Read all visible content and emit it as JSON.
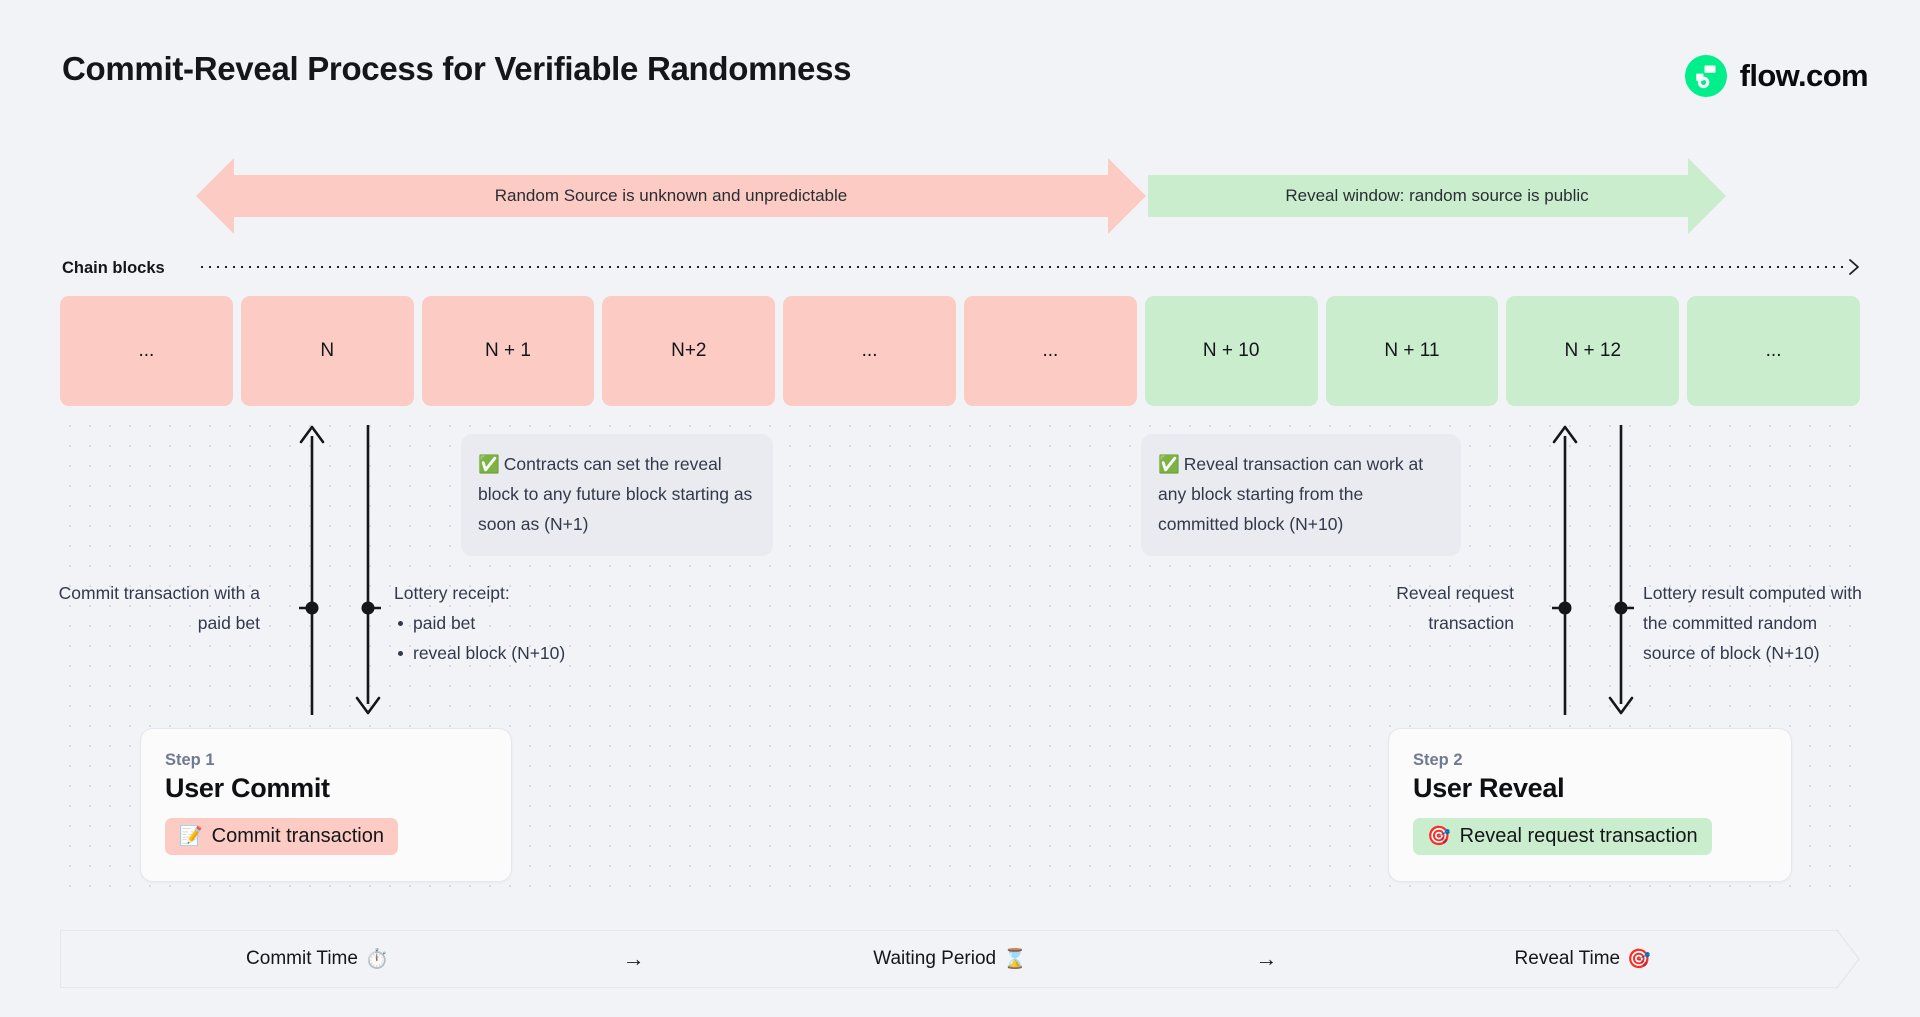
{
  "header": {
    "title": "Commit-Reveal Process for Verifiable Randomness",
    "brand": "flow.com",
    "brand_icon": "flow-logo-icon",
    "brand_color": "#00EF8B"
  },
  "banners": [
    {
      "label": "Random Source is unknown and unpredictable",
      "color": "#FBCBC4",
      "direction": "both"
    },
    {
      "label": "Reveal window: random source is public",
      "color": "#CAEDCE",
      "direction": "right"
    }
  ],
  "chain": {
    "label": "Chain blocks",
    "axis_icon": "chevron-right-arrow-icon",
    "blocks": [
      {
        "label": "...",
        "state": "unknown",
        "color": "#FBCBC4"
      },
      {
        "label": "N",
        "state": "unknown",
        "color": "#FBCBC4"
      },
      {
        "label": "N + 1",
        "state": "unknown",
        "color": "#FBCBC4"
      },
      {
        "label": "N+2",
        "state": "unknown",
        "color": "#FBCBC4"
      },
      {
        "label": "...",
        "state": "unknown",
        "color": "#FBCBC4"
      },
      {
        "label": "...",
        "state": "unknown",
        "color": "#FBCBC4"
      },
      {
        "label": "N + 10",
        "state": "revealed",
        "color": "#CAEDCE"
      },
      {
        "label": "N + 11",
        "state": "revealed",
        "color": "#CAEDCE"
      },
      {
        "label": "N + 12",
        "state": "revealed",
        "color": "#CAEDCE"
      },
      {
        "label": "...",
        "state": "revealed",
        "color": "#CAEDCE"
      }
    ]
  },
  "callouts": [
    {
      "icon": "✅",
      "text": "Contracts can set the reveal block to any future block starting as soon as (N+1)"
    },
    {
      "icon": "✅",
      "text": "Reveal transaction can work at any block starting from the committed block (N+10)"
    }
  ],
  "annotations": {
    "commit_tx": "Commit transaction with a paid bet",
    "lottery_receipt_title": "Lottery receipt:",
    "lottery_receipt_items": [
      "paid bet",
      "reveal block (N+10)"
    ],
    "reveal_request": "Reveal request transaction",
    "lottery_result": "Lottery result computed with the committed random source of block (N+10)"
  },
  "steps": [
    {
      "kicker": "Step 1",
      "title": "User Commit",
      "pill_emoji": "📝",
      "pill_label": "Commit transaction",
      "pill_color": "#FBCBC4"
    },
    {
      "kicker": "Step 2",
      "title": "User Reveal",
      "pill_emoji": "🎯",
      "pill_label": "Reveal request transaction",
      "pill_color": "#CAEDCE"
    }
  ],
  "timeline": {
    "phases": [
      {
        "label": "Commit Time",
        "emoji": "⏱️"
      },
      {
        "label": "Waiting Period",
        "emoji": "⌛"
      },
      {
        "label": "Reveal Time",
        "emoji": "🎯"
      }
    ],
    "separator": "→"
  }
}
